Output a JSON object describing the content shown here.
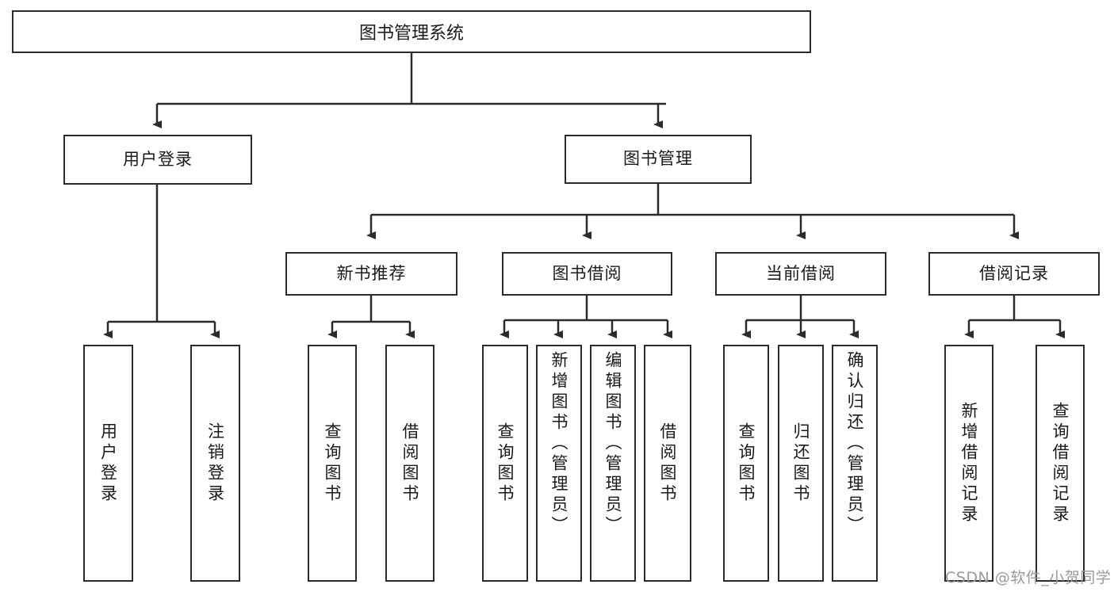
{
  "diagram": {
    "type": "hierarchy-tree",
    "title": "图书管理系统",
    "root": {
      "label": "图书管理系统"
    },
    "level1": [
      {
        "label": "用户登录"
      },
      {
        "label": "图书管理"
      }
    ],
    "level2": [
      {
        "label": "新书推荐"
      },
      {
        "label": "图书借阅"
      },
      {
        "label": "当前借阅"
      },
      {
        "label": "借阅记录"
      }
    ],
    "leaves": {
      "user_login": [
        {
          "label": "用户登录"
        },
        {
          "label": "注销登录"
        }
      ],
      "new_book_recommend": [
        {
          "label": "查询图书"
        },
        {
          "label": "借阅图书"
        }
      ],
      "book_borrow": [
        {
          "label": "查询图书"
        },
        {
          "label": "新增图书（管理员）"
        },
        {
          "label": "编辑图书（管理员）"
        },
        {
          "label": "借阅图书"
        }
      ],
      "current_borrow": [
        {
          "label": "查询图书"
        },
        {
          "label": "归还图书"
        },
        {
          "label": "确认归还（管理员）"
        }
      ],
      "borrow_record": [
        {
          "label": "新增借阅记录"
        },
        {
          "label": "查询借阅记录"
        }
      ]
    }
  },
  "watermark": {
    "text": "CSDN @软件_小贺同学"
  },
  "colors": {
    "stroke": "#2b2b2b",
    "fill": "#ffffff",
    "text": "#1a1a1a",
    "watermark": "#9a9a9a"
  }
}
